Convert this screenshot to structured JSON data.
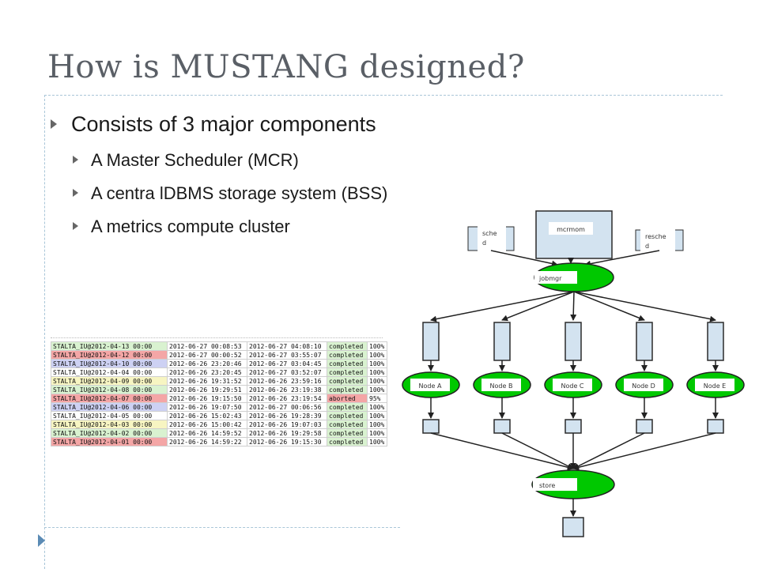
{
  "slide": {
    "title": "How is MUSTANG designed?",
    "bullet_main": "Consists of 3 major components",
    "sub_bullets": [
      "A Master Scheduler (MCR)",
      "A centra lDBMS  storage system (BSS)",
      "A metrics compute cluster"
    ]
  },
  "colors": {
    "title": "#5a5f66",
    "rule": "#a9c6d8",
    "node_green": "#00c800",
    "box_blue": "#d3e3f0",
    "row_green": "#d9f2d0",
    "row_red": "#f4a6a6",
    "row_blue": "#cdd1f3",
    "row_yellow": "#f7f5c2"
  },
  "table": {
    "rows": [
      {
        "name": "STALTA_IU@2012-04-13 00:00",
        "start": "2012-06-27 00:08:53",
        "end": "2012-06-27 04:08:10",
        "status": "completed",
        "pct": "100%",
        "color": "green"
      },
      {
        "name": "STALTA_IU@2012-04-12 00:00",
        "start": "2012-06-27 00:00:52",
        "end": "2012-06-27 03:55:07",
        "status": "completed",
        "pct": "100%",
        "color": "red"
      },
      {
        "name": "STALTA_IU@2012-04-10 00:00",
        "start": "2012-06-26 23:20:46",
        "end": "2012-06-27 03:04:45",
        "status": "completed",
        "pct": "100%",
        "color": "blue"
      },
      {
        "name": "STALTA_IU@2012-04-04 00:00",
        "start": "2012-06-26 23:20:45",
        "end": "2012-06-27 03:52:07",
        "status": "completed",
        "pct": "100%",
        "color": "white"
      },
      {
        "name": "STALTA_IU@2012-04-09 00:00",
        "start": "2012-06-26 19:31:52",
        "end": "2012-06-26 23:59:16",
        "status": "completed",
        "pct": "100%",
        "color": "yellow"
      },
      {
        "name": "STALTA_IU@2012-04-08 00:00",
        "start": "2012-06-26 19:29:51",
        "end": "2012-06-26 23:19:38",
        "status": "completed",
        "pct": "100%",
        "color": "green"
      },
      {
        "name": "STALTA_IU@2012-04-07 00:00",
        "start": "2012-06-26 19:15:50",
        "end": "2012-06-26 23:19:54",
        "status": "aborted",
        "pct": "95%",
        "color": "red"
      },
      {
        "name": "STALTA_IU@2012-04-06 00:00",
        "start": "2012-06-26 19:07:50",
        "end": "2012-06-27 00:06:56",
        "status": "completed",
        "pct": "100%",
        "color": "blue"
      },
      {
        "name": "STALTA_IU@2012-04-05 00:00",
        "start": "2012-06-26 15:02:43",
        "end": "2012-06-26 19:28:39",
        "status": "completed",
        "pct": "100%",
        "color": "white"
      },
      {
        "name": "STALTA_IU@2012-04-03 00:00",
        "start": "2012-06-26 15:00:42",
        "end": "2012-06-26 19:07:03",
        "status": "completed",
        "pct": "100%",
        "color": "yellow"
      },
      {
        "name": "STALTA_IU@2012-04-02 00:00",
        "start": "2012-06-26 14:59:52",
        "end": "2012-06-26 19:29:58",
        "status": "completed",
        "pct": "100%",
        "color": "green"
      },
      {
        "name": "STALTA_IU@2012-04-01 00:00",
        "start": "2012-06-26 14:59:22",
        "end": "2012-06-26 19:15:30",
        "status": "completed",
        "pct": "100%",
        "color": "red"
      }
    ]
  },
  "diagram": {
    "master": "mcrmom",
    "left_box": "sche d",
    "right_box": "resche d",
    "jobmgr": "jobmgr",
    "nodes": [
      "Node A",
      "Node B",
      "Node C",
      "Node D",
      "Node E"
    ],
    "store": "store"
  }
}
